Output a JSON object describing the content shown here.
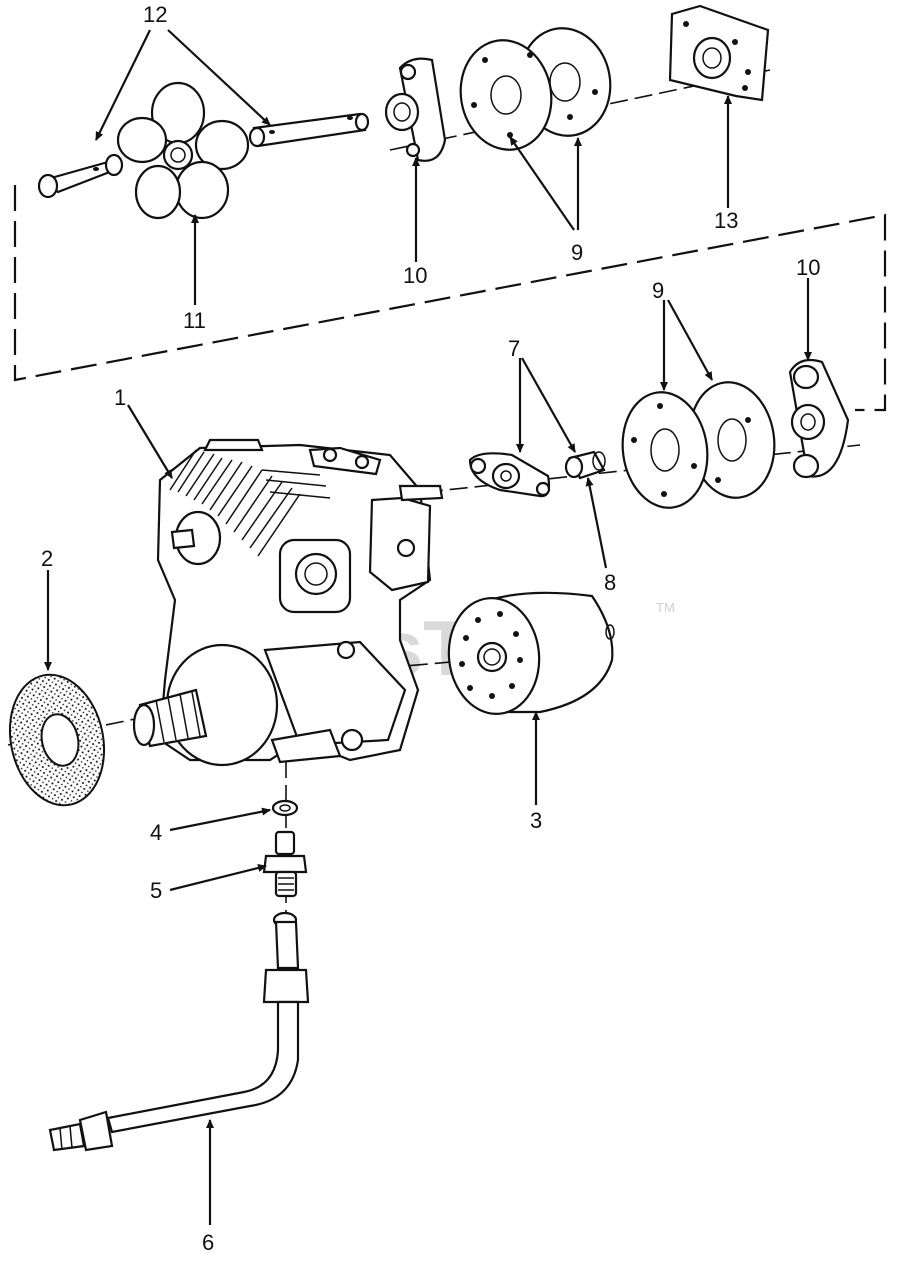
{
  "watermark": {
    "text": "PartsTree",
    "trademark": "TM"
  },
  "callouts": {
    "c1": "1",
    "c2": "2",
    "c3": "3",
    "c4": "4",
    "c5": "5",
    "c6": "6",
    "c7": "7",
    "c8": "8",
    "c9_top": "9",
    "c9_mid": "9",
    "c10_top": "10",
    "c10_mid": "10",
    "c11": "11",
    "c12": "12",
    "c13": "13"
  }
}
